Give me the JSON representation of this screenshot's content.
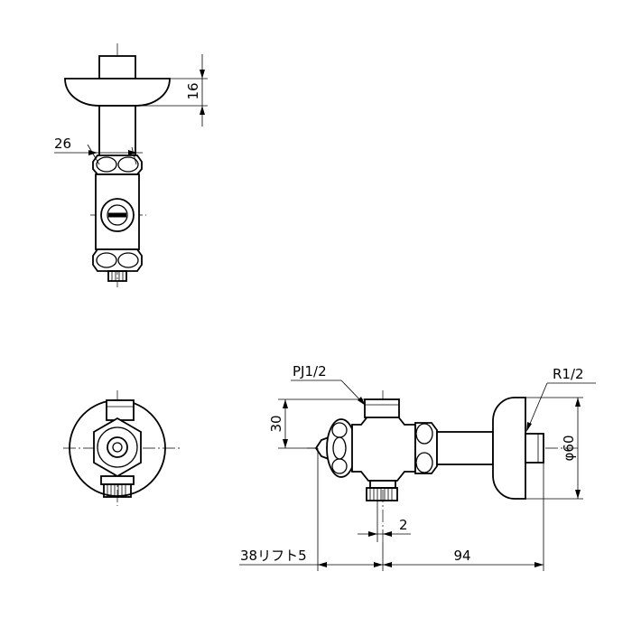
{
  "drawing": {
    "colors": {
      "line": "#000000",
      "background": "#ffffff"
    },
    "dimensions": {
      "flange_height": "16",
      "body_width": "26",
      "inlet_thread": "PJ1/2",
      "outlet_thread": "R1/2",
      "top_height": "30",
      "flange_diameter": "φ60",
      "offset": "2",
      "stroke_length": "38リフト5",
      "total_length": "94"
    }
  }
}
